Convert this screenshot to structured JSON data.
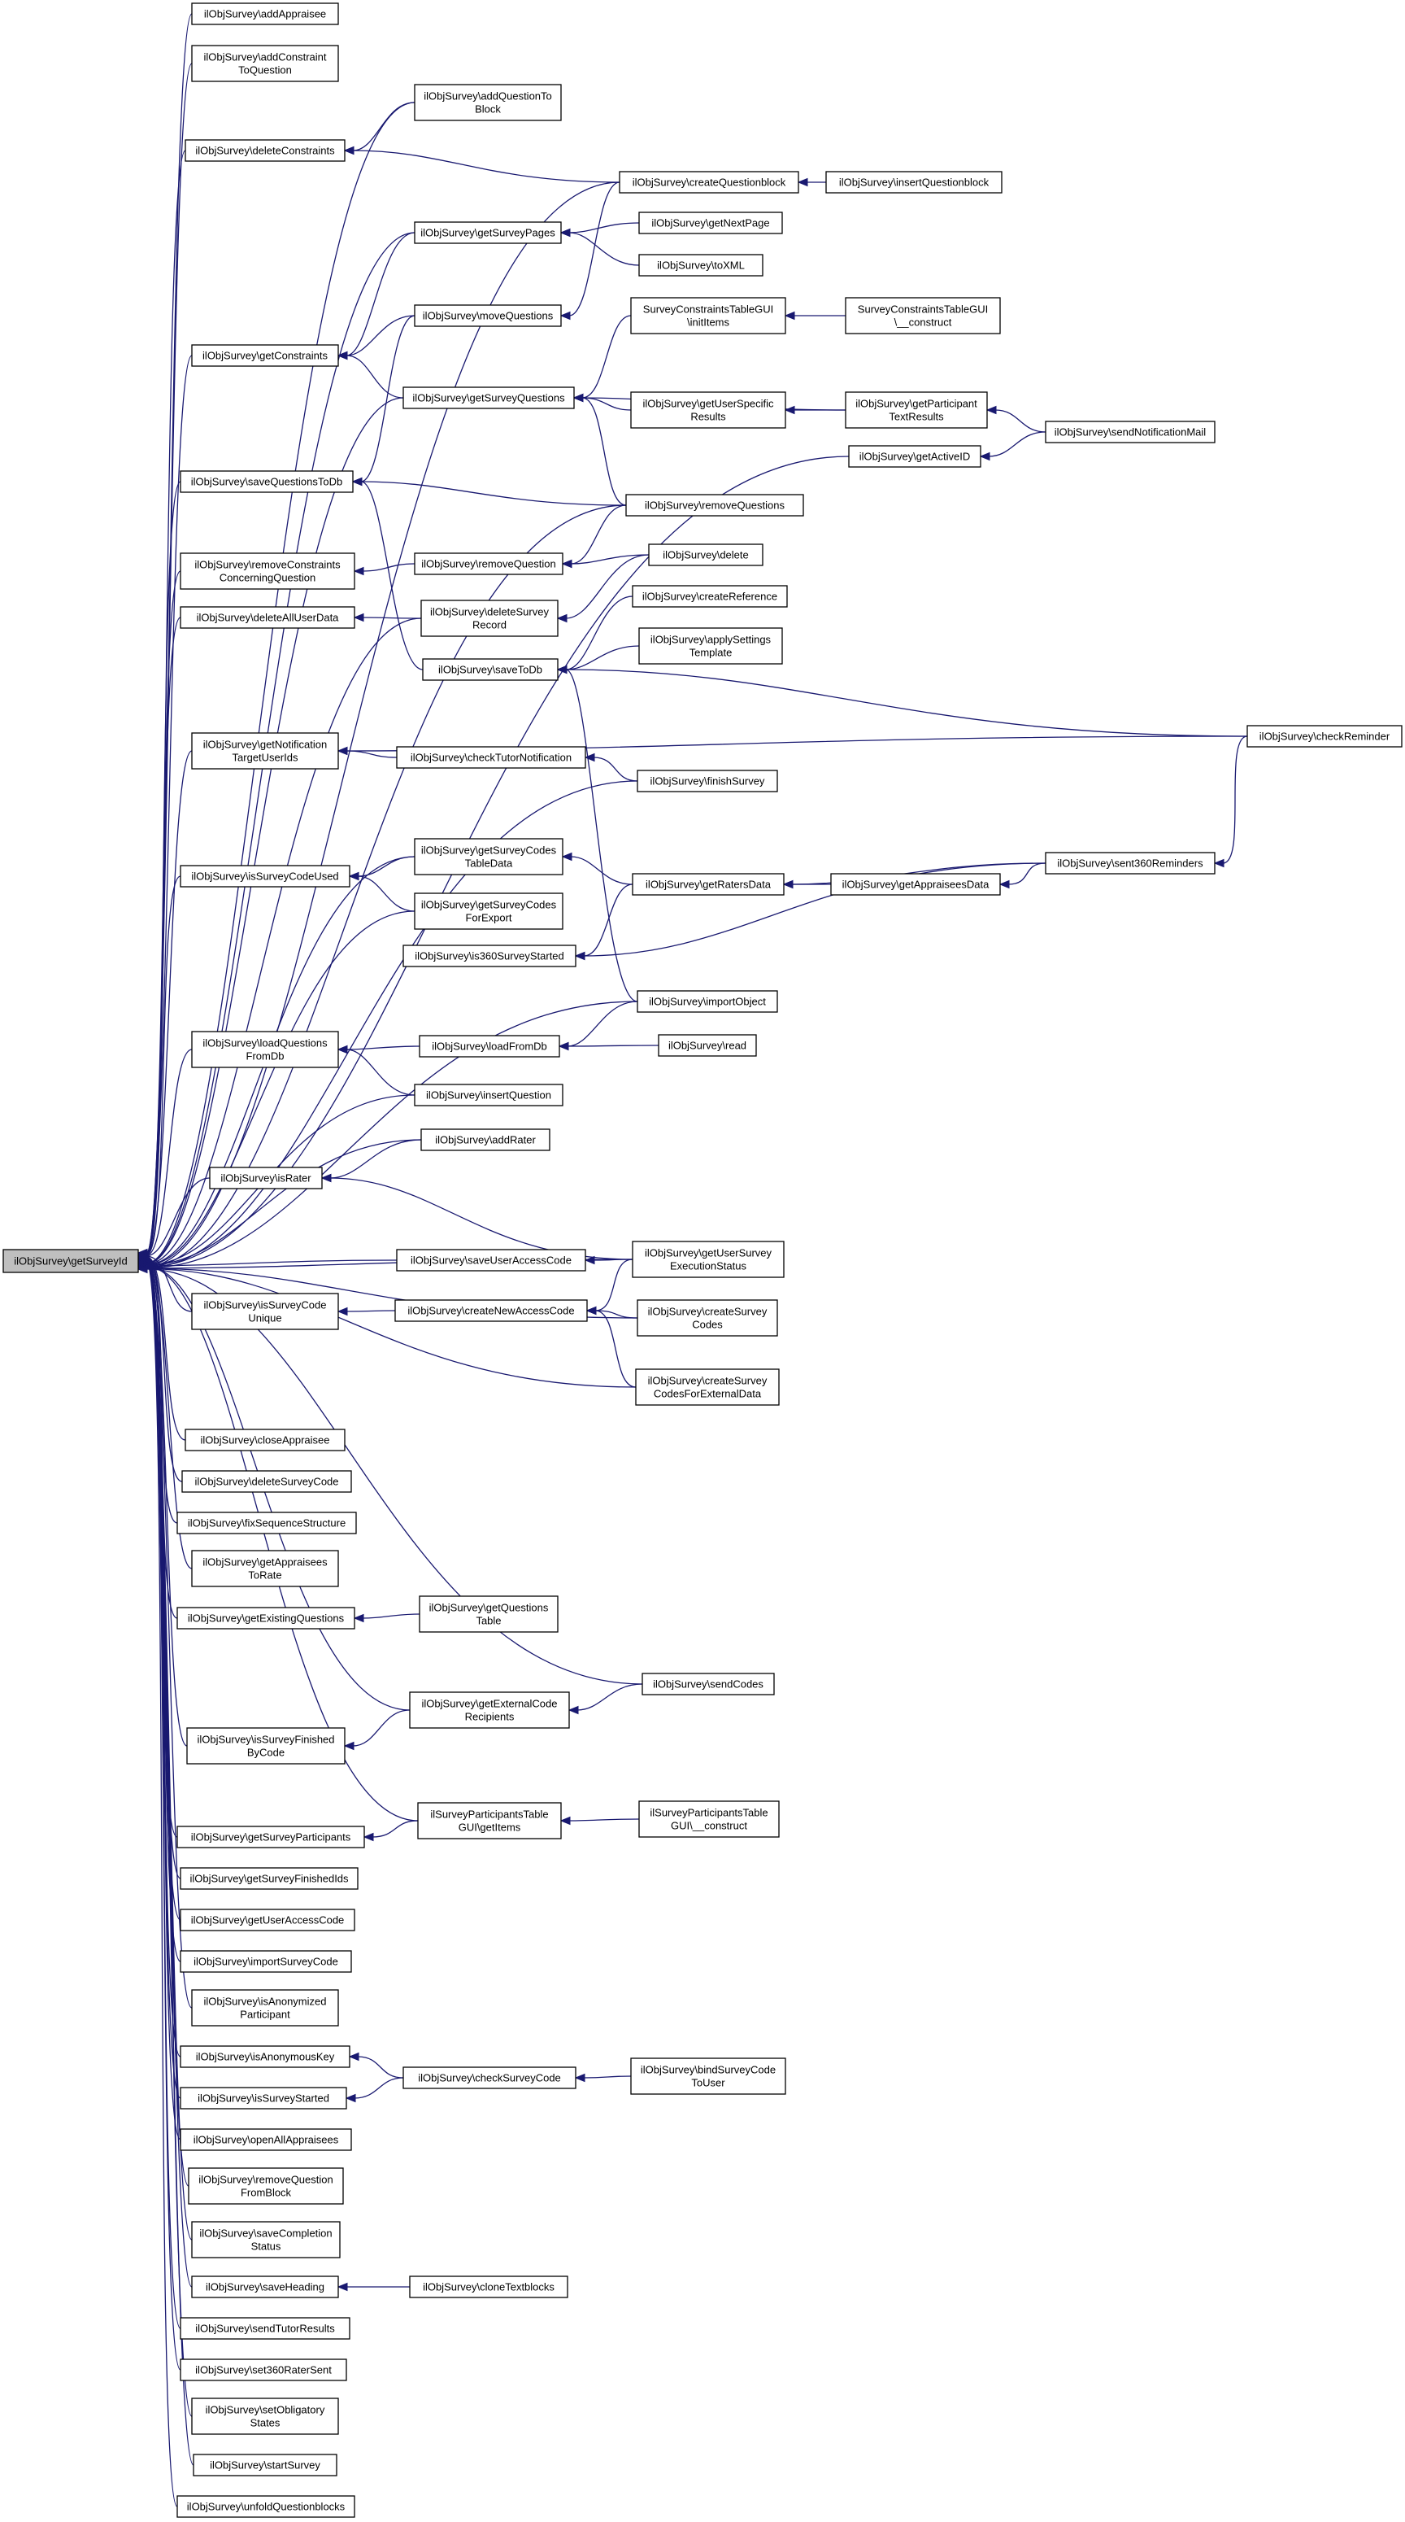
{
  "diagram": {
    "root": "getSurveyId",
    "nodes": [
      {
        "id": "getSurveyId",
        "label": [
          "ilObjSurvey\\getSurveyId"
        ],
        "root": true
      },
      {
        "id": "addAppraisee",
        "label": [
          "ilObjSurvey\\addAppraisee"
        ]
      },
      {
        "id": "addConstraintToQuestion",
        "label": [
          "ilObjSurvey\\addConstraint",
          "ToQuestion"
        ]
      },
      {
        "id": "deleteConstraints",
        "label": [
          "ilObjSurvey\\deleteConstraints"
        ]
      },
      {
        "id": "getConstraints",
        "label": [
          "ilObjSurvey\\getConstraints"
        ]
      },
      {
        "id": "saveQuestionsToDb",
        "label": [
          "ilObjSurvey\\saveQuestionsToDb"
        ]
      },
      {
        "id": "removeConstraintsConcerningQuestion",
        "label": [
          "ilObjSurvey\\removeConstraints",
          "ConcerningQuestion"
        ]
      },
      {
        "id": "deleteAllUserData",
        "label": [
          "ilObjSurvey\\deleteAllUserData"
        ]
      },
      {
        "id": "getNotificationTargetUserIds",
        "label": [
          "ilObjSurvey\\getNotification",
          "TargetUserIds"
        ]
      },
      {
        "id": "isSurveyCodeUsed",
        "label": [
          "ilObjSurvey\\isSurveyCodeUsed"
        ]
      },
      {
        "id": "loadQuestionsFromDb",
        "label": [
          "ilObjSurvey\\loadQuestions",
          "FromDb"
        ]
      },
      {
        "id": "isRater",
        "label": [
          "ilObjSurvey\\isRater"
        ]
      },
      {
        "id": "isSurveyCodeUnique",
        "label": [
          "ilObjSurvey\\isSurveyCode",
          "Unique"
        ]
      },
      {
        "id": "closeAppraisee",
        "label": [
          "ilObjSurvey\\closeAppraisee"
        ]
      },
      {
        "id": "deleteSurveyCode",
        "label": [
          "ilObjSurvey\\deleteSurveyCode"
        ]
      },
      {
        "id": "fixSequenceStructure",
        "label": [
          "ilObjSurvey\\fixSequenceStructure"
        ]
      },
      {
        "id": "getAppraiseesToRate",
        "label": [
          "ilObjSurvey\\getAppraisees",
          "ToRate"
        ]
      },
      {
        "id": "getExistingQuestions",
        "label": [
          "ilObjSurvey\\getExistingQuestions"
        ]
      },
      {
        "id": "isSurveyFinishedByCode",
        "label": [
          "ilObjSurvey\\isSurveyFinished",
          "ByCode"
        ]
      },
      {
        "id": "getSurveyParticipants",
        "label": [
          "ilObjSurvey\\getSurveyParticipants"
        ]
      },
      {
        "id": "getSurveyFinishedIds",
        "label": [
          "ilObjSurvey\\getSurveyFinishedIds"
        ]
      },
      {
        "id": "getUserAccessCode",
        "label": [
          "ilObjSurvey\\getUserAccessCode"
        ]
      },
      {
        "id": "importSurveyCode",
        "label": [
          "ilObjSurvey\\importSurveyCode"
        ]
      },
      {
        "id": "isAnonymizedParticipant",
        "label": [
          "ilObjSurvey\\isAnonymized",
          "Participant"
        ]
      },
      {
        "id": "isAnonymousKey",
        "label": [
          "ilObjSurvey\\isAnonymousKey"
        ]
      },
      {
        "id": "isSurveyStarted",
        "label": [
          "ilObjSurvey\\isSurveyStarted"
        ]
      },
      {
        "id": "openAllAppraisees",
        "label": [
          "ilObjSurvey\\openAllAppraisees"
        ]
      },
      {
        "id": "removeQuestionFromBlock",
        "label": [
          "ilObjSurvey\\removeQuestion",
          "FromBlock"
        ]
      },
      {
        "id": "saveCompletionStatus",
        "label": [
          "ilObjSurvey\\saveCompletion",
          "Status"
        ]
      },
      {
        "id": "saveHeading",
        "label": [
          "ilObjSurvey\\saveHeading"
        ]
      },
      {
        "id": "sendTutorResults",
        "label": [
          "ilObjSurvey\\sendTutorResults"
        ]
      },
      {
        "id": "set360RaterSent",
        "label": [
          "ilObjSurvey\\set360RaterSent"
        ]
      },
      {
        "id": "setObligatoryStates",
        "label": [
          "ilObjSurvey\\setObligatory",
          "States"
        ]
      },
      {
        "id": "startSurvey",
        "label": [
          "ilObjSurvey\\startSurvey"
        ]
      },
      {
        "id": "unfoldQuestionblocks",
        "label": [
          "ilObjSurvey\\unfoldQuestionblocks"
        ]
      },
      {
        "id": "addQuestionToBlock",
        "label": [
          "ilObjSurvey\\addQuestionTo",
          "Block"
        ]
      },
      {
        "id": "getSurveyPages",
        "label": [
          "ilObjSurvey\\getSurveyPages"
        ]
      },
      {
        "id": "moveQuestions",
        "label": [
          "ilObjSurvey\\moveQuestions"
        ]
      },
      {
        "id": "getSurveyQuestions",
        "label": [
          "ilObjSurvey\\getSurveyQuestions"
        ]
      },
      {
        "id": "removeQuestion",
        "label": [
          "ilObjSurvey\\removeQuestion"
        ]
      },
      {
        "id": "deleteSurveyRecord",
        "label": [
          "ilObjSurvey\\deleteSurvey",
          "Record"
        ]
      },
      {
        "id": "saveToDb",
        "label": [
          "ilObjSurvey\\saveToDb"
        ]
      },
      {
        "id": "checkTutorNotification",
        "label": [
          "ilObjSurvey\\checkTutorNotification"
        ]
      },
      {
        "id": "getSurveyCodesTableData",
        "label": [
          "ilObjSurvey\\getSurveyCodes",
          "TableData"
        ]
      },
      {
        "id": "getSurveyCodesForExport",
        "label": [
          "ilObjSurvey\\getSurveyCodes",
          "ForExport"
        ]
      },
      {
        "id": "is360SurveyStarted",
        "label": [
          "ilObjSurvey\\is360SurveyStarted"
        ]
      },
      {
        "id": "loadFromDb",
        "label": [
          "ilObjSurvey\\loadFromDb"
        ]
      },
      {
        "id": "insertQuestion",
        "label": [
          "ilObjSurvey\\insertQuestion"
        ]
      },
      {
        "id": "addRater",
        "label": [
          "ilObjSurvey\\addRater"
        ]
      },
      {
        "id": "saveUserAccessCode",
        "label": [
          "ilObjSurvey\\saveUserAccessCode"
        ]
      },
      {
        "id": "createNewAccessCode",
        "label": [
          "ilObjSurvey\\createNewAccessCode"
        ]
      },
      {
        "id": "getQuestionsTable",
        "label": [
          "ilObjSurvey\\getQuestions",
          "Table"
        ]
      },
      {
        "id": "getExternalCodeRecipients",
        "label": [
          "ilObjSurvey\\getExternalCode",
          "Recipients"
        ]
      },
      {
        "id": "ilSurveyParticipantsTableGUIgetItems",
        "label": [
          "ilSurveyParticipantsTable",
          "GUI\\getItems"
        ]
      },
      {
        "id": "checkSurveyCode",
        "label": [
          "ilObjSurvey\\checkSurveyCode"
        ]
      },
      {
        "id": "cloneTextblocks",
        "label": [
          "ilObjSurvey\\cloneTextblocks"
        ]
      },
      {
        "id": "createQuestionblock",
        "label": [
          "ilObjSurvey\\createQuestionblock"
        ]
      },
      {
        "id": "getNextPage",
        "label": [
          "ilObjSurvey\\getNextPage"
        ]
      },
      {
        "id": "toXML",
        "label": [
          "ilObjSurvey\\toXML"
        ]
      },
      {
        "id": "SurveyConstraintsTableGUIinitItems",
        "label": [
          "SurveyConstraintsTableGUI",
          "\\initItems"
        ]
      },
      {
        "id": "getUserSpecificResults",
        "label": [
          "ilObjSurvey\\getUserSpecific",
          "Results"
        ]
      },
      {
        "id": "removeQuestions",
        "label": [
          "ilObjSurvey\\removeQuestions"
        ]
      },
      {
        "id": "delete",
        "label": [
          "ilObjSurvey\\delete"
        ]
      },
      {
        "id": "createReference",
        "label": [
          "ilObjSurvey\\createReference"
        ]
      },
      {
        "id": "applySettingsTemplate",
        "label": [
          "ilObjSurvey\\applySettings",
          "Template"
        ]
      },
      {
        "id": "finishSurvey",
        "label": [
          "ilObjSurvey\\finishSurvey"
        ]
      },
      {
        "id": "getRatersData",
        "label": [
          "ilObjSurvey\\getRatersData"
        ]
      },
      {
        "id": "importObject",
        "label": [
          "ilObjSurvey\\importObject"
        ]
      },
      {
        "id": "read",
        "label": [
          "ilObjSurvey\\read"
        ]
      },
      {
        "id": "getUserSurveyExecutionStatus",
        "label": [
          "ilObjSurvey\\getUserSurvey",
          "ExecutionStatus"
        ]
      },
      {
        "id": "createSurveyCodes",
        "label": [
          "ilObjSurvey\\createSurvey",
          "Codes"
        ]
      },
      {
        "id": "createSurveyCodesForExternalData",
        "label": [
          "ilObjSurvey\\createSurvey",
          "CodesForExternalData"
        ]
      },
      {
        "id": "sendCodes",
        "label": [
          "ilObjSurvey\\sendCodes"
        ]
      },
      {
        "id": "ilSurveyParticipantsTableGUIconstruct",
        "label": [
          "ilSurveyParticipantsTable",
          "GUI\\__construct"
        ]
      },
      {
        "id": "bindSurveyCodeToUser",
        "label": [
          "ilObjSurvey\\bindSurveyCode",
          "ToUser"
        ]
      },
      {
        "id": "insertQuestionblock",
        "label": [
          "ilObjSurvey\\insertQuestionblock"
        ]
      },
      {
        "id": "SurveyConstraintsTableGUIconstruct",
        "label": [
          "SurveyConstraintsTableGUI",
          "\\__construct"
        ]
      },
      {
        "id": "getParticipantTextResults",
        "label": [
          "ilObjSurvey\\getParticipant",
          "TextResults"
        ]
      },
      {
        "id": "getActiveID",
        "label": [
          "ilObjSurvey\\getActiveID"
        ]
      },
      {
        "id": "getAppraiseesData",
        "label": [
          "ilObjSurvey\\getAppraiseesData"
        ]
      },
      {
        "id": "sendNotificationMail",
        "label": [
          "ilObjSurvey\\sendNotificationMail"
        ]
      },
      {
        "id": "sent360Reminders",
        "label": [
          "ilObjSurvey\\sent360Reminders"
        ]
      },
      {
        "id": "checkReminder",
        "label": [
          "ilObjSurvey\\checkReminder"
        ]
      }
    ],
    "edges": [
      [
        "addAppraisee",
        "getSurveyId"
      ],
      [
        "addConstraintToQuestion",
        "getSurveyId"
      ],
      [
        "deleteConstraints",
        "getSurveyId"
      ],
      [
        "getConstraints",
        "getSurveyId"
      ],
      [
        "saveQuestionsToDb",
        "getSurveyId"
      ],
      [
        "removeConstraintsConcerningQuestion",
        "getSurveyId"
      ],
      [
        "deleteAllUserData",
        "getSurveyId"
      ],
      [
        "getNotificationTargetUserIds",
        "getSurveyId"
      ],
      [
        "isSurveyCodeUsed",
        "getSurveyId"
      ],
      [
        "loadQuestionsFromDb",
        "getSurveyId"
      ],
      [
        "isRater",
        "getSurveyId"
      ],
      [
        "isSurveyCodeUnique",
        "getSurveyId"
      ],
      [
        "closeAppraisee",
        "getSurveyId"
      ],
      [
        "deleteSurveyCode",
        "getSurveyId"
      ],
      [
        "fixSequenceStructure",
        "getSurveyId"
      ],
      [
        "getAppraiseesToRate",
        "getSurveyId"
      ],
      [
        "getExistingQuestions",
        "getSurveyId"
      ],
      [
        "isSurveyFinishedByCode",
        "getSurveyId"
      ],
      [
        "getSurveyParticipants",
        "getSurveyId"
      ],
      [
        "getSurveyFinishedIds",
        "getSurveyId"
      ],
      [
        "getUserAccessCode",
        "getSurveyId"
      ],
      [
        "importSurveyCode",
        "getSurveyId"
      ],
      [
        "isAnonymizedParticipant",
        "getSurveyId"
      ],
      [
        "isAnonymousKey",
        "getSurveyId"
      ],
      [
        "isSurveyStarted",
        "getSurveyId"
      ],
      [
        "openAllAppraisees",
        "getSurveyId"
      ],
      [
        "removeQuestionFromBlock",
        "getSurveyId"
      ],
      [
        "saveCompletionStatus",
        "getSurveyId"
      ],
      [
        "saveHeading",
        "getSurveyId"
      ],
      [
        "sendTutorResults",
        "getSurveyId"
      ],
      [
        "set360RaterSent",
        "getSurveyId"
      ],
      [
        "setObligatoryStates",
        "getSurveyId"
      ],
      [
        "startSurvey",
        "getSurveyId"
      ],
      [
        "unfoldQuestionblocks",
        "getSurveyId"
      ],
      [
        "addQuestionToBlock",
        "getSurveyId"
      ],
      [
        "getSurveyPages",
        "getSurveyId"
      ],
      [
        "getSurveyQuestions",
        "getSurveyId"
      ],
      [
        "deleteSurveyRecord",
        "getSurveyId"
      ],
      [
        "getSurveyCodesTableData",
        "getSurveyId"
      ],
      [
        "getSurveyCodesForExport",
        "getSurveyId"
      ],
      [
        "insertQuestion",
        "getSurveyId"
      ],
      [
        "addRater",
        "getSurveyId"
      ],
      [
        "saveUserAccessCode",
        "getSurveyId"
      ],
      [
        "getExternalCodeRecipients",
        "getSurveyId"
      ],
      [
        "ilSurveyParticipantsTableGUIgetItems",
        "getSurveyId"
      ],
      [
        "createQuestionblock",
        "getSurveyId"
      ],
      [
        "getActiveID",
        "getSurveyId"
      ],
      [
        "removeQuestions",
        "getSurveyId"
      ],
      [
        "finishSurvey",
        "getSurveyId"
      ],
      [
        "importObject",
        "getSurveyId"
      ],
      [
        "getUserSurveyExecutionStatus",
        "getSurveyId"
      ],
      [
        "createSurveyCodes",
        "getSurveyId"
      ],
      [
        "createSurveyCodesForExternalData",
        "getSurveyId"
      ],
      [
        "sendCodes",
        "getSurveyId"
      ],
      [
        "addQuestionToBlock",
        "deleteConstraints"
      ],
      [
        "createQuestionblock",
        "deleteConstraints"
      ],
      [
        "getSurveyPages",
        "getConstraints"
      ],
      [
        "moveQuestions",
        "getConstraints"
      ],
      [
        "getSurveyQuestions",
        "getConstraints"
      ],
      [
        "moveQuestions",
        "saveQuestionsToDb"
      ],
      [
        "removeQuestions",
        "saveQuestionsToDb"
      ],
      [
        "saveToDb",
        "saveQuestionsToDb"
      ],
      [
        "removeQuestion",
        "removeConstraintsConcerningQuestion"
      ],
      [
        "deleteSurveyRecord",
        "deleteAllUserData"
      ],
      [
        "checkReminder",
        "getNotificationTargetUserIds"
      ],
      [
        "checkTutorNotification",
        "getNotificationTargetUserIds"
      ],
      [
        "getSurveyCodesTableData",
        "isSurveyCodeUsed"
      ],
      [
        "getSurveyCodesForExport",
        "isSurveyCodeUsed"
      ],
      [
        "loadFromDb",
        "loadQuestionsFromDb"
      ],
      [
        "insertQuestion",
        "loadQuestionsFromDb"
      ],
      [
        "addRater",
        "isRater"
      ],
      [
        "getUserSurveyExecutionStatus",
        "isRater"
      ],
      [
        "createNewAccessCode",
        "isSurveyCodeUnique"
      ],
      [
        "getQuestionsTable",
        "getExistingQuestions"
      ],
      [
        "getExternalCodeRecipients",
        "isSurveyFinishedByCode"
      ],
      [
        "ilSurveyParticipantsTableGUIgetItems",
        "getSurveyParticipants"
      ],
      [
        "checkSurveyCode",
        "isAnonymousKey"
      ],
      [
        "checkSurveyCode",
        "isSurveyStarted"
      ],
      [
        "cloneTextblocks",
        "saveHeading"
      ],
      [
        "getNextPage",
        "getSurveyPages"
      ],
      [
        "toXML",
        "getSurveyPages"
      ],
      [
        "createQuestionblock",
        "moveQuestions"
      ],
      [
        "SurveyConstraintsTableGUIinitItems",
        "getSurveyQuestions"
      ],
      [
        "getUserSpecificResults",
        "getSurveyQuestions"
      ],
      [
        "getParticipantTextResults",
        "getSurveyQuestions"
      ],
      [
        "removeQuestions",
        "getSurveyQuestions"
      ],
      [
        "removeQuestions",
        "removeQuestion"
      ],
      [
        "delete",
        "removeQuestion"
      ],
      [
        "delete",
        "deleteSurveyRecord"
      ],
      [
        "createReference",
        "saveToDb"
      ],
      [
        "applySettingsTemplate",
        "saveToDb"
      ],
      [
        "checkReminder",
        "saveToDb"
      ],
      [
        "importObject",
        "saveToDb"
      ],
      [
        "finishSurvey",
        "checkTutorNotification"
      ],
      [
        "getRatersData",
        "getSurveyCodesTableData"
      ],
      [
        "getRatersData",
        "is360SurveyStarted"
      ],
      [
        "sent360Reminders",
        "is360SurveyStarted"
      ],
      [
        "importObject",
        "loadFromDb"
      ],
      [
        "read",
        "loadFromDb"
      ],
      [
        "getUserSurveyExecutionStatus",
        "saveUserAccessCode"
      ],
      [
        "getUserSurveyExecutionStatus",
        "createNewAccessCode"
      ],
      [
        "createSurveyCodes",
        "createNewAccessCode"
      ],
      [
        "createSurveyCodesForExternalData",
        "createNewAccessCode"
      ],
      [
        "sendCodes",
        "getExternalCodeRecipients"
      ],
      [
        "ilSurveyParticipantsTableGUIconstruct",
        "ilSurveyParticipantsTableGUIgetItems"
      ],
      [
        "bindSurveyCodeToUser",
        "checkSurveyCode"
      ],
      [
        "insertQuestionblock",
        "createQuestionblock"
      ],
      [
        "SurveyConstraintsTableGUIconstruct",
        "SurveyConstraintsTableGUIinitItems"
      ],
      [
        "getParticipantTextResults",
        "getUserSpecificResults"
      ],
      [
        "sendNotificationMail",
        "getParticipantTextResults"
      ],
      [
        "sendNotificationMail",
        "getActiveID"
      ],
      [
        "getAppraiseesData",
        "getRatersData"
      ],
      [
        "sent360Reminders",
        "getRatersData"
      ],
      [
        "sent360Reminders",
        "getAppraiseesData"
      ],
      [
        "checkReminder",
        "sent360Reminders"
      ]
    ]
  }
}
